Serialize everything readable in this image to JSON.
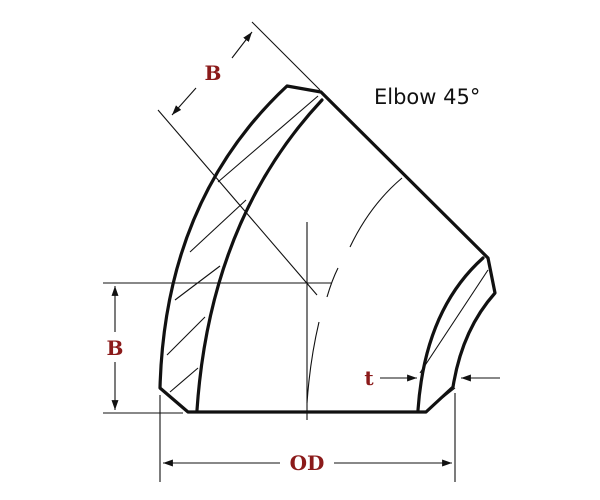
{
  "title": "Elbow 45°",
  "labels": {
    "b_top": "B",
    "b_left": "B",
    "od": "OD",
    "t": "t"
  },
  "colors": {
    "line": "#111111",
    "dimension_label": "#8b1a1a",
    "background": "#ffffff"
  }
}
